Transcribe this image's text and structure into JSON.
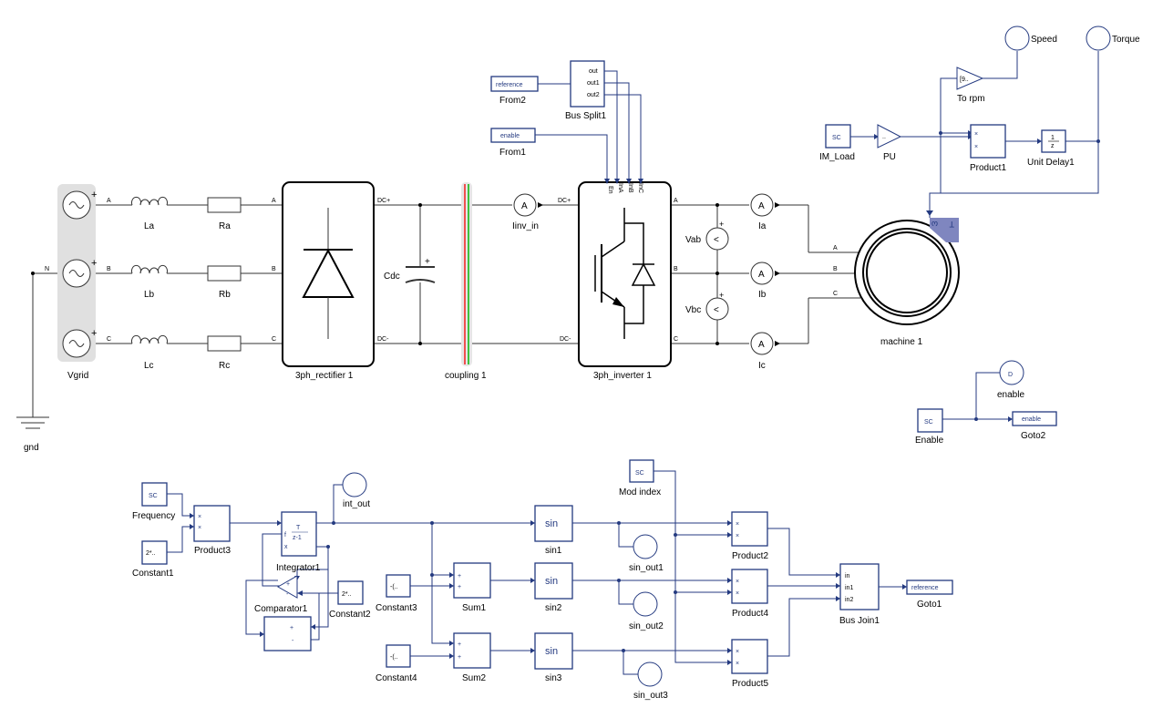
{
  "colors": {
    "signal_block": "#243a80",
    "wire": "#333333",
    "ground_shade": "#e0e0e0",
    "coupling_red": "#f05050",
    "coupling_green": "#40c040",
    "machine_port": "#7f86bf"
  },
  "power": {
    "vgrid": "Vgrid",
    "gnd": "gnd",
    "la": "La",
    "lb": "Lb",
    "lc": "Lc",
    "ra": "Ra",
    "rb": "Rb",
    "rc": "Rc",
    "rectifier": "3ph_rectifier 1",
    "cdc": "Cdc",
    "coupling": "coupling 1",
    "iinv_in": "Iinv_in",
    "inverter": "3ph_inverter 1",
    "ia": "Ia",
    "ib": "Ib",
    "ic": "Ic",
    "vab": "Vab",
    "vbc": "Vbc",
    "machine": "machine 1",
    "ports": {
      "a": "A",
      "b": "B",
      "c": "C",
      "n": "N",
      "dcp": "DC+",
      "dcm": "DC-",
      "en": "En",
      "ina": "InA",
      "inb": "InB",
      "inc": "InC",
      "plus": "+"
    }
  },
  "top": {
    "from2_tag": "reference",
    "from2": "From2",
    "bus_split": "Bus Split1",
    "split_ports": [
      "out",
      "out1",
      "out2"
    ],
    "from1_tag": "enable",
    "from1": "From1",
    "speed": "Speed",
    "torque": "Torque",
    "to_rpm": "To rpm",
    "to_rpm_val": "[9..",
    "im_load": "IM_Load",
    "sc": "SC",
    "pu": "PU",
    "pu_sym": "..",
    "product1": "Product1",
    "unit_delay": "Unit Delay1",
    "ud_num": "1",
    "ud_den": "z",
    "enable_sc": "Enable",
    "goto2_tag": "enable",
    "goto2": "Goto2",
    "enable_scope": "enable",
    "d": "D",
    "port_w": "ω",
    "port_t": "T"
  },
  "ctrl": {
    "frequency": "Frequency",
    "constant1": "Constant1",
    "constant1_val": "2*..",
    "product3": "Product3",
    "integrator": "Integrator1",
    "int_out": "int_out",
    "int_num": "T",
    "int_den": "z-1",
    "int_f": "f",
    "int_x": "x",
    "comparator": "Comparator1",
    "constant2": "Constant2",
    "constant2_val": "2*..",
    "constant3": "Constant3",
    "constant3_val": "-(..",
    "constant4": "Constant4",
    "constant4_val": "-(..",
    "sum1": "Sum1",
    "sum2": "Sum2",
    "sin_label": "sin",
    "sin1": "sin1",
    "sin2": "sin2",
    "sin3": "sin3",
    "sin_out1": "sin_out1",
    "sin_out2": "sin_out2",
    "sin_out3": "sin_out3",
    "mod_index": "Mod index",
    "product2": "Product2",
    "product4": "Product4",
    "product5": "Product5",
    "bus_join": "Bus Join1",
    "join_ports": [
      "in",
      "in1",
      "in2"
    ],
    "goto1_tag": "reference",
    "goto1": "Goto1",
    "mult": "×",
    "plus": "+",
    "minus": "-",
    "amm": "A",
    "volt": "<"
  }
}
